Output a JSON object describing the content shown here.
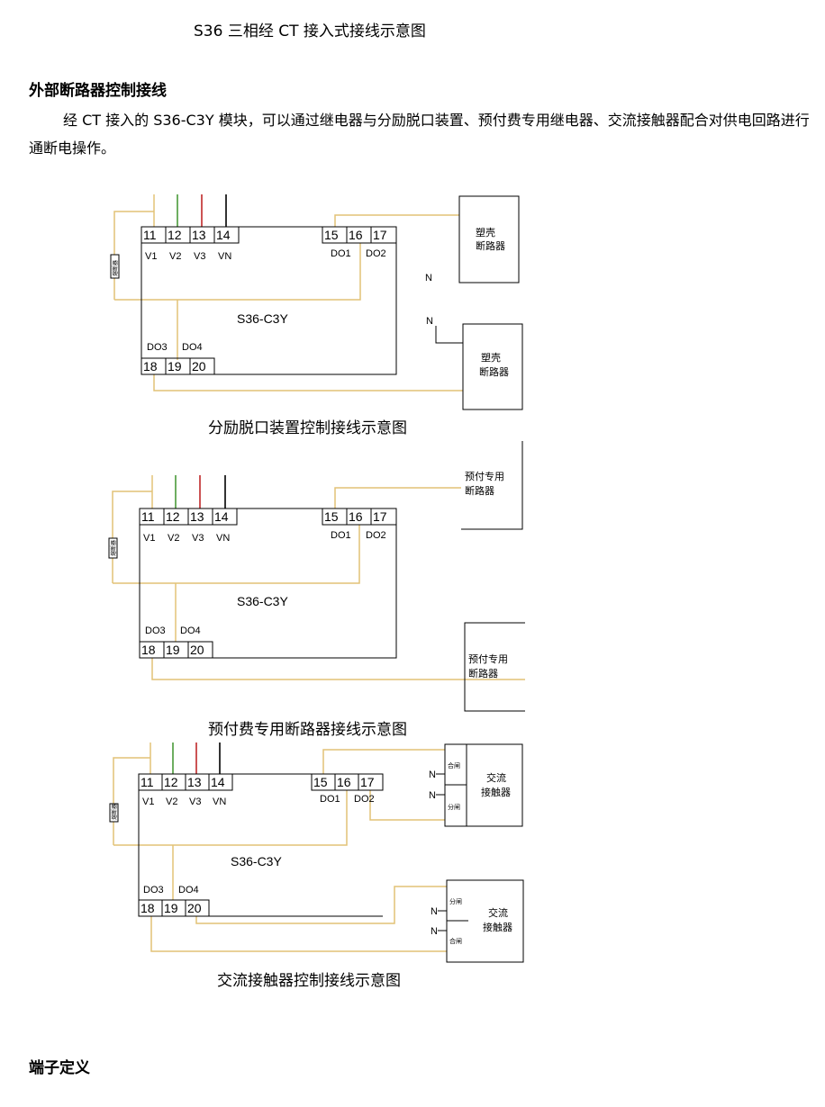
{
  "title": "S36  三相经 CT 接入式接线示意图",
  "section1": "外部断路器控制接线",
  "paragraph": "经 CT 接入的 S36-C3Y 模块，可以通过继电器与分励脱口装置、预付费专用继电器、交流接触器配合对供电回路进行通断电操作。",
  "module_name": "S36-C3Y",
  "terminals_top": [
    "11",
    "12",
    "13",
    "14"
  ],
  "terminals_top_labels": [
    "V1",
    "V2",
    "V3",
    "VN"
  ],
  "terminals_right": [
    "15",
    "16",
    "17"
  ],
  "do1": "DO1",
  "do2": "DO2",
  "do3": "DO3",
  "do4": "DO4",
  "terminals_bottom": [
    "18",
    "19",
    "20"
  ],
  "fuse": "熔断器",
  "neutral": "N",
  "d1": {
    "breaker_top": [
      "塑壳",
      "断路器"
    ],
    "breaker_bottom": [
      "塑壳",
      "断路器"
    ],
    "caption": "分励脱口装置控制接线示意图"
  },
  "d2": {
    "breaker_top": [
      "预付专用",
      "断路器"
    ],
    "breaker_bottom": [
      "预付专用",
      "断路器"
    ],
    "caption": "预付费专用断路器接线示意图"
  },
  "d3": {
    "contactor": [
      "交流",
      "接触器"
    ],
    "contactor_top_slots": [
      "合闸",
      "分闸"
    ],
    "contactor_bottom_slots": [
      "分闸",
      "合闸"
    ],
    "caption": "交流接触器控制接线示意图"
  },
  "section2": "端子定义",
  "colors": {
    "v1": "#e2c277",
    "v2": "#4a9a3a",
    "v3": "#c0282a",
    "vn": "#000000",
    "signal": "#e2c277"
  }
}
